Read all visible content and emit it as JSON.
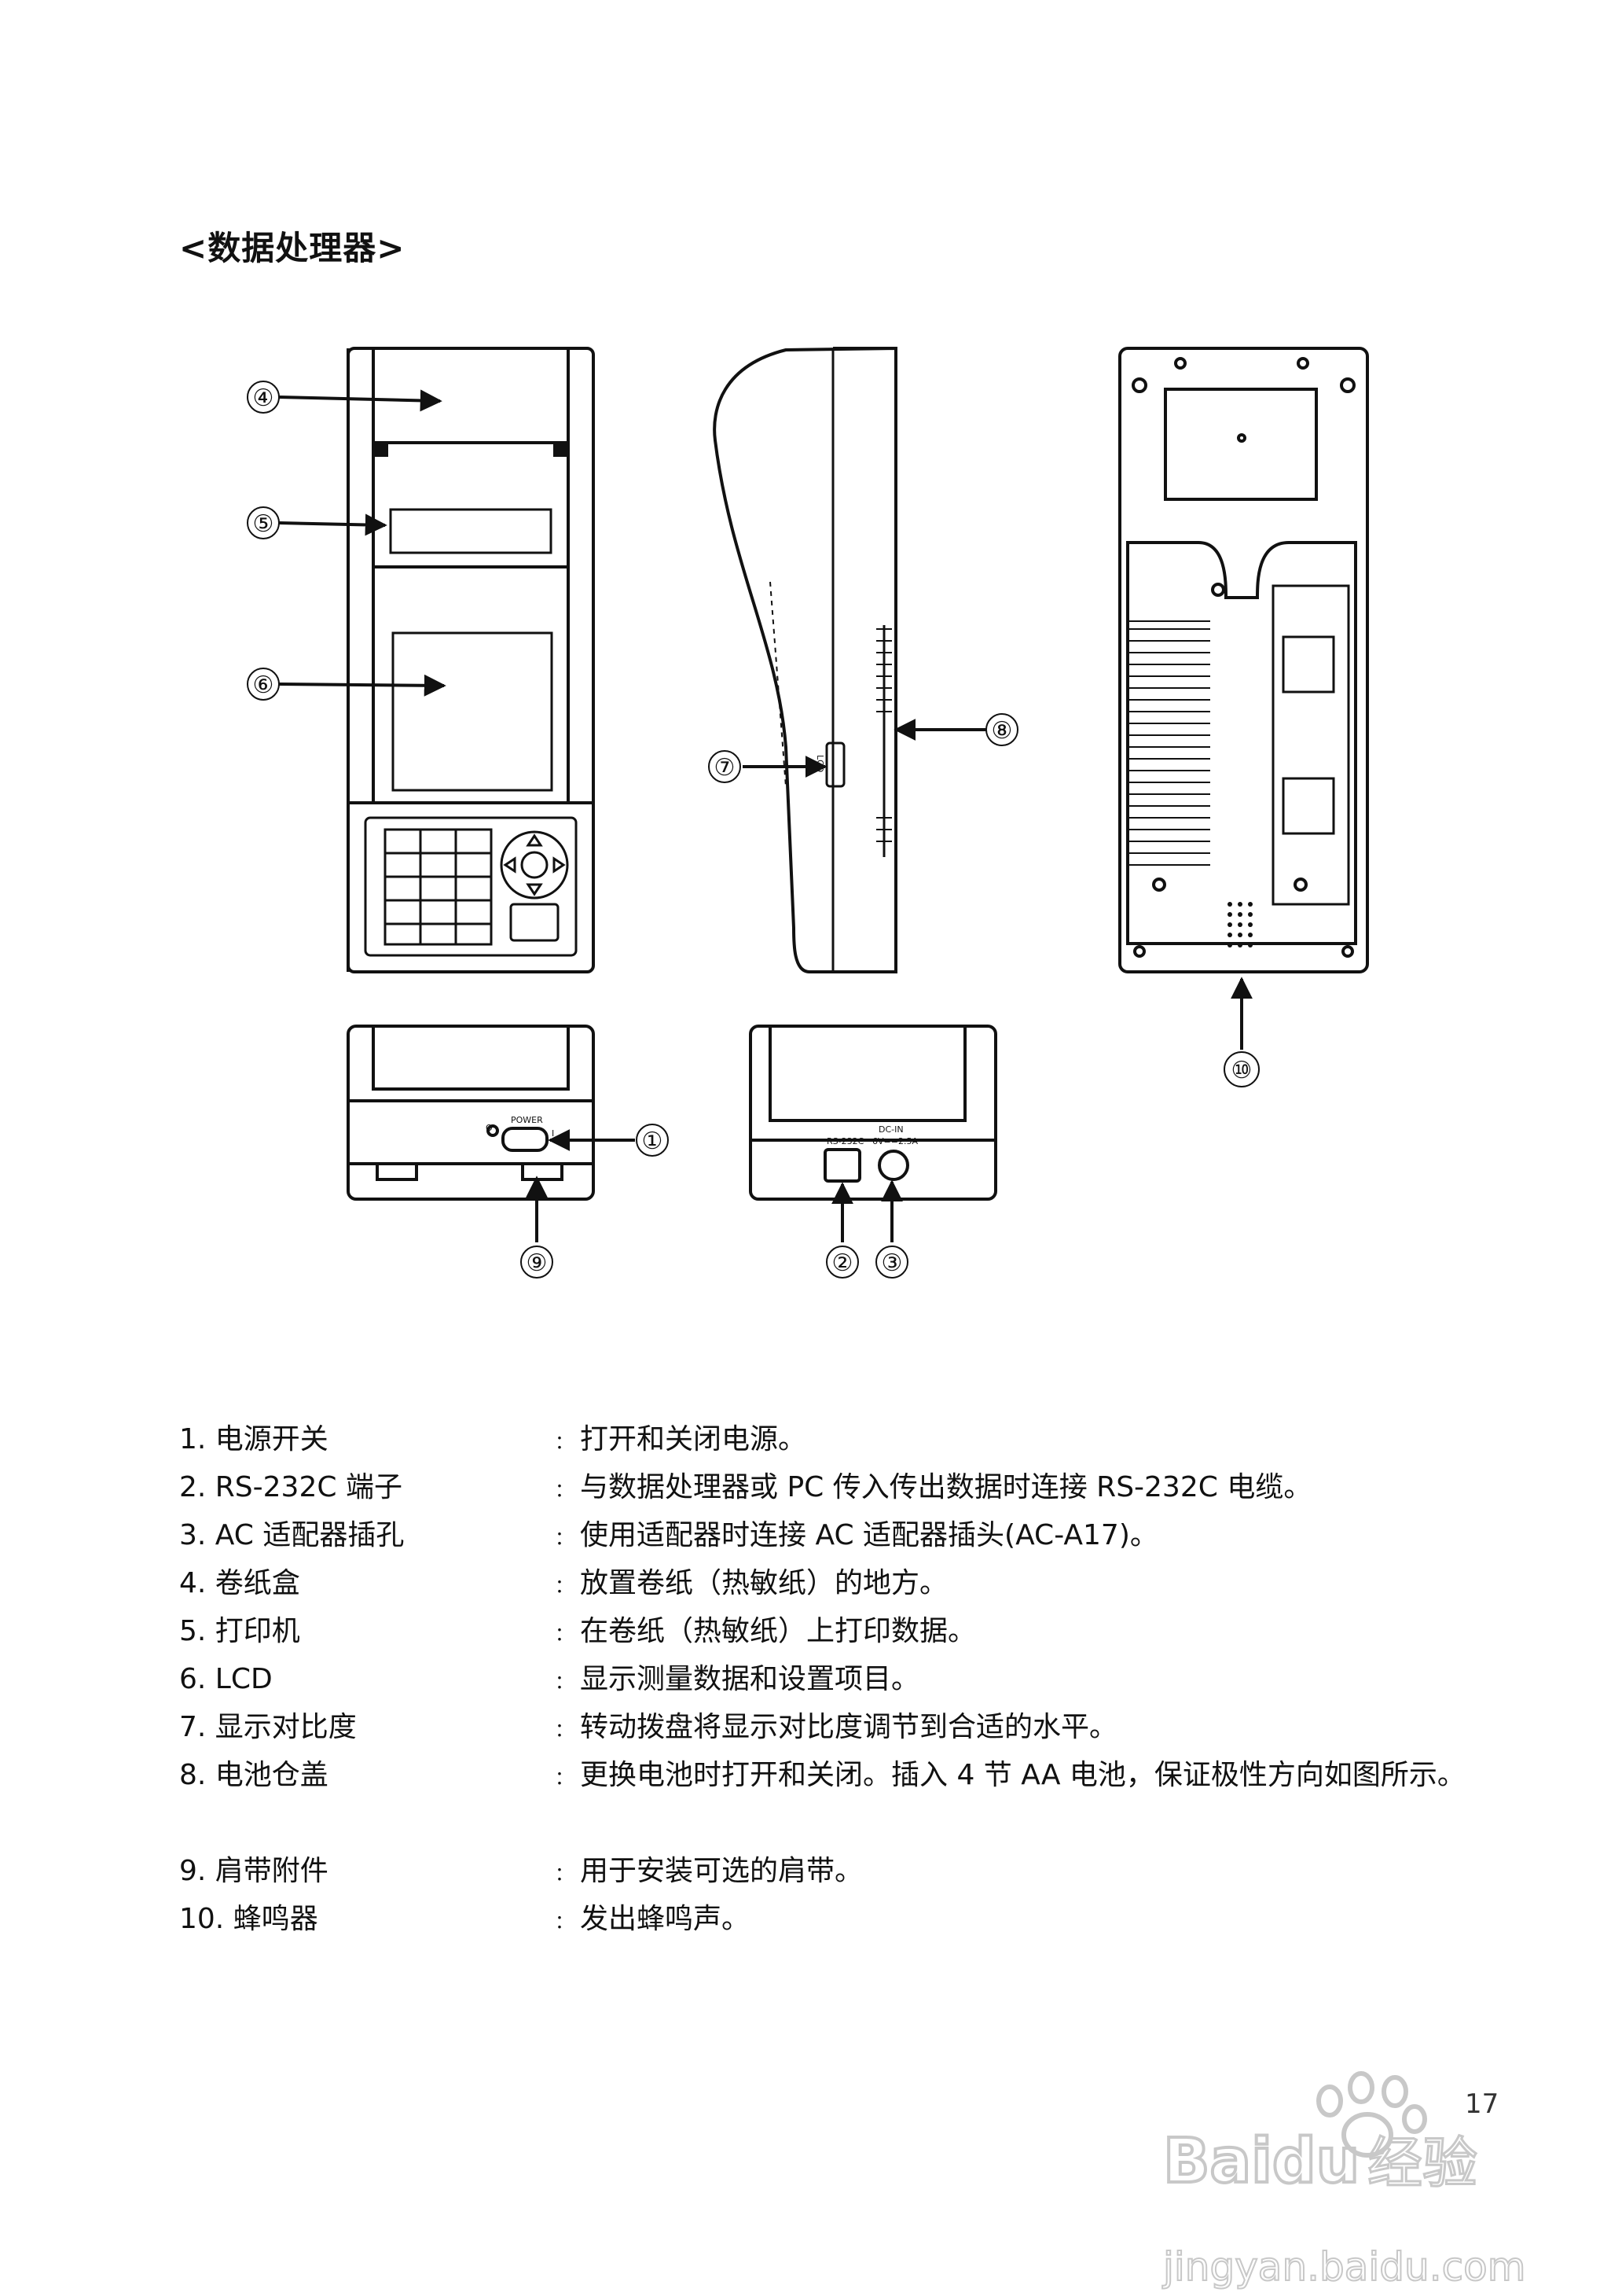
{
  "title": "<数据处理器>",
  "callouts": [
    "④",
    "⑤",
    "⑥",
    "⑦",
    "⑧",
    "⑩",
    "①",
    "⑨",
    "②",
    "③"
  ],
  "device_labels": {
    "power": "POWER",
    "off": "O",
    "on": "I",
    "rs232c": "RS-232C",
    "dc_in": "DC-IN",
    "dc_rating": "6V==2.5A",
    "contrast": "LCD"
  },
  "items": [
    {
      "label": "1. 电源开关",
      "desc": "打开和关闭电源。"
    },
    {
      "label": "2. RS-232C 端子",
      "desc": "与数据处理器或 PC 传入传出数据时连接 RS-232C 电缆。"
    },
    {
      "label": "3. AC 适配器插孔",
      "desc": "使用适配器时连接 AC 适配器插头(AC-A17)。"
    },
    {
      "label": "4. 卷纸盒",
      "desc": "放置卷纸（热敏纸）的地方。"
    },
    {
      "label": "5. 打印机",
      "desc": "在卷纸（热敏纸）上打印数据。"
    },
    {
      "label": "6. LCD",
      "desc": "显示测量数据和设置项目。"
    },
    {
      "label": "7. 显示对比度",
      "desc": "转动拨盘将显示对比度调节到合适的水平。"
    },
    {
      "label": "8. 电池仓盖",
      "desc": "更换电池时打开和关闭。插入 4 节 AA 电池，保证极性方向如图所示。"
    },
    {
      "label": "9. 肩带附件",
      "desc": "用于安装可选的肩带。"
    },
    {
      "label": "10. 蜂鸣器",
      "desc": "发出蜂鸣声。"
    }
  ],
  "separator": "：",
  "page_number": "17",
  "watermark": {
    "brand": "Baidu",
    "sub": "经验",
    "url": "jingyan.baidu.com"
  }
}
